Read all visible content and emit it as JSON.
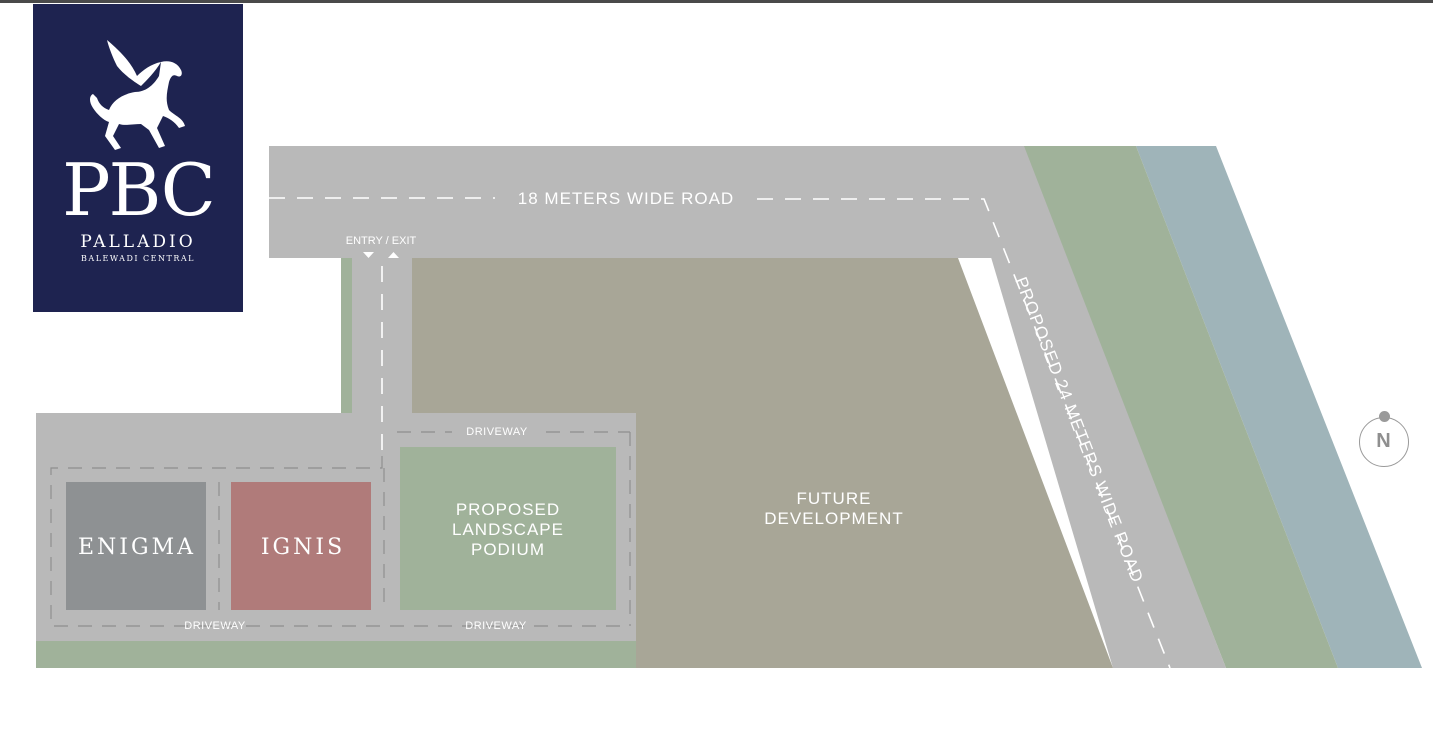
{
  "brand": {
    "name": "PBC",
    "subtitle": "PALLADIO",
    "location": "BALEWADI CENTRAL"
  },
  "roads": {
    "top": "18 METERS WIDE ROAD",
    "diagonal": "PROPOSED 24 METERS WIDE ROAD",
    "entry_exit": "ENTRY / EXIT"
  },
  "driveways": {
    "upper": "DRIVEWAY",
    "lower_left": "DRIVEWAY",
    "lower_right": "DRIVEWAY"
  },
  "buildings": {
    "enigma": "ENIGMA",
    "ignis": "IGNIS"
  },
  "zones": {
    "podium": [
      "PROPOSED",
      "LANDSCAPE",
      "PODIUM"
    ],
    "future": [
      "FUTURE",
      "DEVELOPMENT"
    ]
  },
  "compass": {
    "label": "N"
  },
  "colors": {
    "road": "#b9b9b9",
    "green": "#a0b29a",
    "water": "#9fb4b9",
    "future": "#a8a697",
    "enigma": "#8e9193",
    "ignis": "#b07b7a",
    "podium": "#a0b29a",
    "logo_bg": "#1e2350"
  }
}
